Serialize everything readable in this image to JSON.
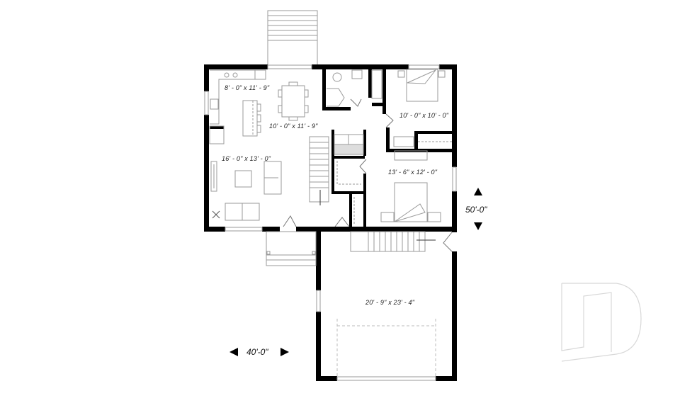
{
  "plan": {
    "type": "floor-plan",
    "colors": {
      "wall": "#000000",
      "fixture": "#9a9a9a",
      "background": "#ffffff",
      "logo": "#d8d8d8"
    },
    "rooms": [
      {
        "name": "kitchen",
        "dimensions": "8' - 0\" x 11' - 9\""
      },
      {
        "name": "dining",
        "dimensions": "10' - 0\" x 11' - 9\""
      },
      {
        "name": "living",
        "dimensions": "16' - 0\" x 13' - 0\""
      },
      {
        "name": "bedroom-2",
        "dimensions": "10' - 0\" x 10' - 0\""
      },
      {
        "name": "primary-bedroom",
        "dimensions": "13' - 6\" x 12' - 0\""
      },
      {
        "name": "garage",
        "dimensions": "20' - 9\" x 23' - 4\""
      }
    ],
    "overall_dimensions": {
      "width": "40'-0\"",
      "depth": "50'-0\""
    }
  }
}
